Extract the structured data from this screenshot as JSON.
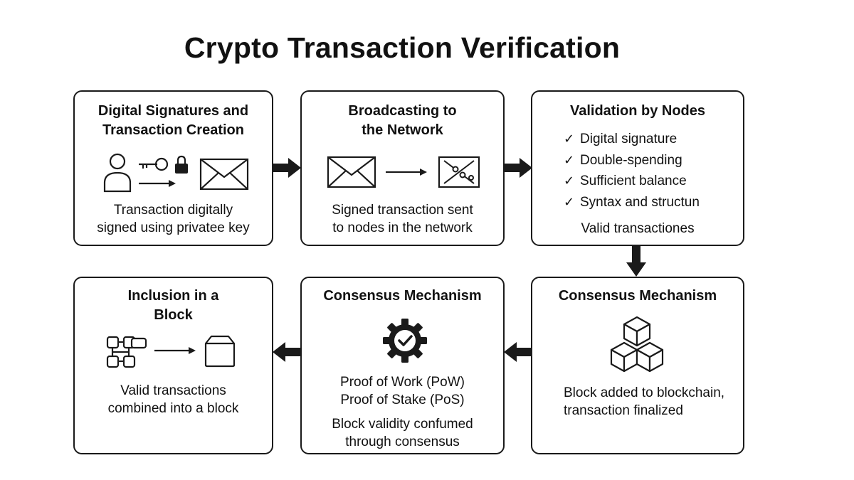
{
  "title": "Crypto Transaction Verification",
  "steps": [
    {
      "title_lines": [
        "Digital Signatures and",
        "Transaction Creation"
      ],
      "desc_lines": [
        "Transaction digitally",
        "signed using privatee key"
      ],
      "icons": [
        "user-icon",
        "key-icon",
        "lock-icon",
        "arrow-right-icon",
        "envelope-icon"
      ]
    },
    {
      "title_lines": [
        "Broadcasting to",
        "the Network"
      ],
      "desc_lines": [
        "Signed transaction sent",
        "to nodes in the network"
      ],
      "icons": [
        "envelope-icon",
        "arrow-right-icon",
        "network-nodes-icon"
      ]
    },
    {
      "title_lines": [
        "Validation by Nodes"
      ],
      "checks": [
        "Digital signature",
        "Double-spending",
        "Sufficient balance",
        "Syntax and structun"
      ],
      "check_glyph": "✓",
      "footer": "Valid transactiones"
    },
    {
      "title_lines": [
        "Consensus Mechanism"
      ],
      "desc_lines": [
        "Block added to blockchain,",
        "transaction finalized"
      ],
      "icons": [
        "stacked-cubes-icon"
      ]
    },
    {
      "title_lines": [
        "Consensus Mechanism"
      ],
      "desc_lines": [
        "Proof of Work (PoW)",
        "Proof of Stake (PoS)"
      ],
      "footer_lines": [
        "Block validity confumed",
        "through consensus"
      ],
      "icons": [
        "gear-check-icon"
      ]
    },
    {
      "title_lines": [
        "Inclusion in a",
        "Block"
      ],
      "desc_lines": [
        "Valid transactions",
        "combined into a  block"
      ],
      "icons": [
        "linked-blocks-icon",
        "arrow-right-icon",
        "block-box-icon"
      ]
    }
  ],
  "colors": {
    "stroke": "#1a1a1a",
    "background": "#ffffff"
  }
}
